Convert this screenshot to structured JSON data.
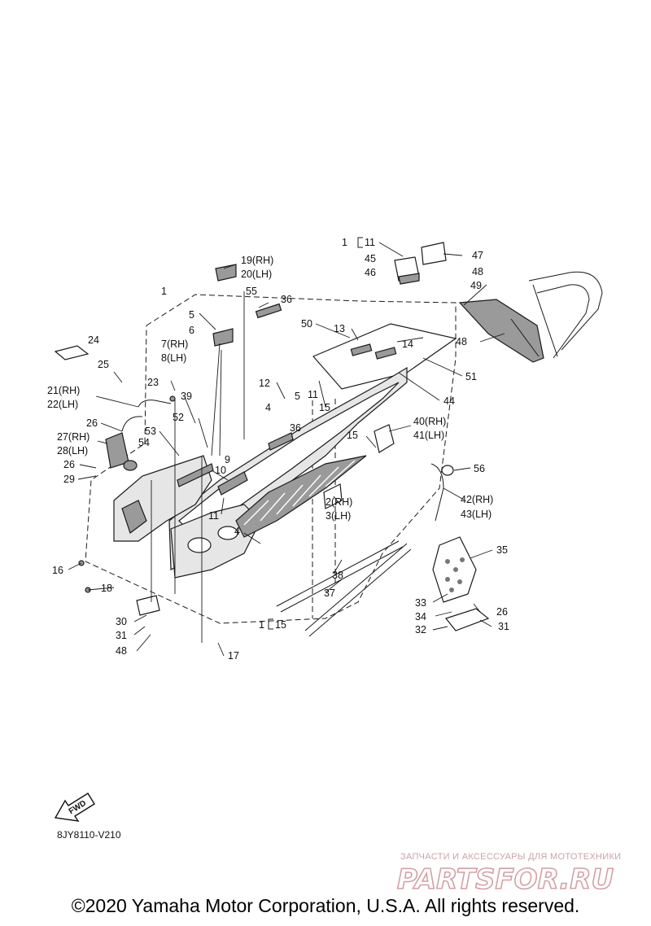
{
  "diagram": {
    "drawing_code": "8JY8110-V210",
    "fwd_label": "FWD",
    "copyright": "©2020 Yamaha Motor Corporation, U.S.A. All rights reserved.",
    "watermark": {
      "tagline": "ЗАПЧАСТИ И АКСЕССУАРЫ ДЛЯ МОТОТЕХНИКИ",
      "brand": "PARTSFOR.RU"
    },
    "callouts": [
      {
        "id": "c1_11",
        "text": "1"
      },
      {
        "id": "c11a",
        "text": "11"
      },
      {
        "id": "c45",
        "text": "45"
      },
      {
        "id": "c46",
        "text": "46"
      },
      {
        "id": "c47",
        "text": "47"
      },
      {
        "id": "c48a",
        "text": "48"
      },
      {
        "id": "c49",
        "text": "49"
      },
      {
        "id": "c48b",
        "text": "48"
      },
      {
        "id": "c19",
        "text": "19(RH)"
      },
      {
        "id": "c20",
        "text": "20(LH)"
      },
      {
        "id": "c1",
        "text": "1"
      },
      {
        "id": "c55",
        "text": "55"
      },
      {
        "id": "c36a",
        "text": "36"
      },
      {
        "id": "c5a",
        "text": "5"
      },
      {
        "id": "c6",
        "text": "6"
      },
      {
        "id": "c7",
        "text": "7(RH)"
      },
      {
        "id": "c8",
        "text": "8(LH)"
      },
      {
        "id": "c50",
        "text": "50"
      },
      {
        "id": "c13",
        "text": "13"
      },
      {
        "id": "c14",
        "text": "14"
      },
      {
        "id": "c51",
        "text": "51"
      },
      {
        "id": "c24",
        "text": "24"
      },
      {
        "id": "c25",
        "text": "25"
      },
      {
        "id": "c23",
        "text": "23"
      },
      {
        "id": "c12",
        "text": "12"
      },
      {
        "id": "c21",
        "text": "21(RH)"
      },
      {
        "id": "c22",
        "text": "22(LH)"
      },
      {
        "id": "c39",
        "text": "39"
      },
      {
        "id": "c5b",
        "text": "5"
      },
      {
        "id": "c4a",
        "text": "4"
      },
      {
        "id": "c11b",
        "text": "11"
      },
      {
        "id": "c15a",
        "text": "15"
      },
      {
        "id": "c44",
        "text": "44"
      },
      {
        "id": "c26a",
        "text": "26"
      },
      {
        "id": "c52",
        "text": "52"
      },
      {
        "id": "c36b",
        "text": "36"
      },
      {
        "id": "c40",
        "text": "40(RH)"
      },
      {
        "id": "c41",
        "text": "41(LH)"
      },
      {
        "id": "c27",
        "text": "27(RH)"
      },
      {
        "id": "c28",
        "text": "28(LH)"
      },
      {
        "id": "c53",
        "text": "53"
      },
      {
        "id": "c54",
        "text": "54"
      },
      {
        "id": "c15b",
        "text": "15"
      },
      {
        "id": "c9",
        "text": "9"
      },
      {
        "id": "c26b",
        "text": "26"
      },
      {
        "id": "c29",
        "text": "29"
      },
      {
        "id": "c10",
        "text": "10"
      },
      {
        "id": "c56",
        "text": "56"
      },
      {
        "id": "c2",
        "text": "2(RH)"
      },
      {
        "id": "c3",
        "text": "3(LH)"
      },
      {
        "id": "c42",
        "text": "42(RH)"
      },
      {
        "id": "c43",
        "text": "43(LH)"
      },
      {
        "id": "c11c",
        "text": "11"
      },
      {
        "id": "c4b",
        "text": "4"
      },
      {
        "id": "c35",
        "text": "35"
      },
      {
        "id": "c16",
        "text": "16"
      },
      {
        "id": "c38",
        "text": "38"
      },
      {
        "id": "c18",
        "text": "18"
      },
      {
        "id": "c37",
        "text": "37"
      },
      {
        "id": "c33",
        "text": "33"
      },
      {
        "id": "c34",
        "text": "34"
      },
      {
        "id": "c26c",
        "text": "26"
      },
      {
        "id": "c30",
        "text": "30"
      },
      {
        "id": "c31a",
        "text": "31"
      },
      {
        "id": "c1b",
        "text": "1"
      },
      {
        "id": "c15c",
        "text": "15"
      },
      {
        "id": "c32",
        "text": "32"
      },
      {
        "id": "c31b",
        "text": "31"
      },
      {
        "id": "c48c",
        "text": "48"
      },
      {
        "id": "c17",
        "text": "17"
      }
    ]
  }
}
